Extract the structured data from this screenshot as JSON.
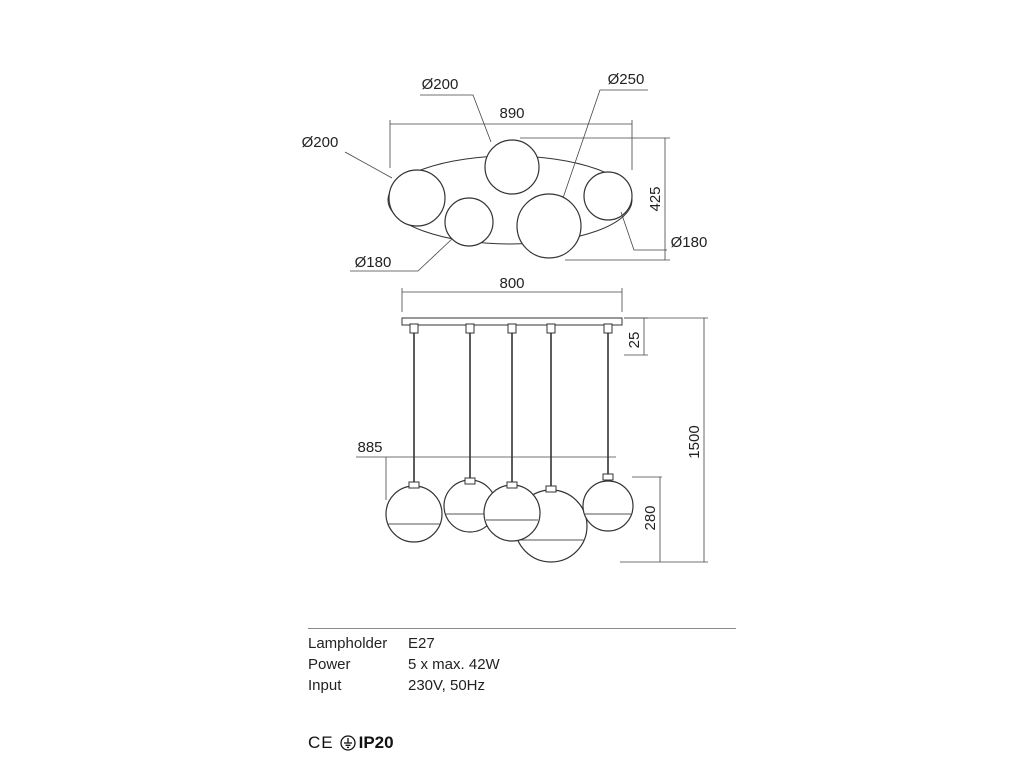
{
  "top_view": {
    "dims": {
      "dia_left": "Ø200",
      "dia_top": "Ø200",
      "dia_big": "Ø250",
      "width": "890",
      "depth": "425",
      "dia_right": "Ø180",
      "dia_small": "Ø180"
    }
  },
  "side_view": {
    "dims": {
      "canopy_width": "800",
      "canopy_height": "25",
      "total_height": "1500",
      "spread_width": "885",
      "globe_height": "280"
    }
  },
  "specs": [
    {
      "label": "Lampholder",
      "value": "E27"
    },
    {
      "label": "Power",
      "value": "5 x max. 42W"
    },
    {
      "label": "Input",
      "value": "230V, 50Hz"
    }
  ],
  "certifications": {
    "ce": "CE",
    "ip": "IP20",
    "icons": [
      "ce-mark-icon",
      "earth-class-icon"
    ]
  }
}
